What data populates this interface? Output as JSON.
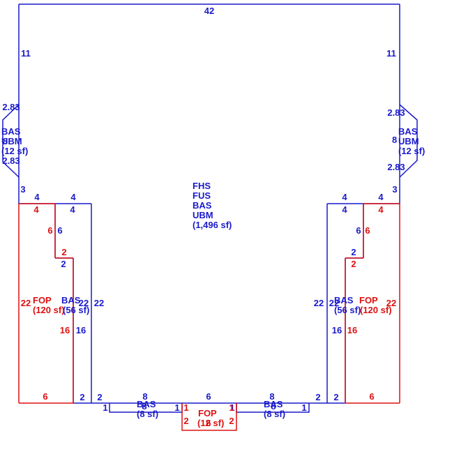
{
  "colors": {
    "main": "#1a1acc",
    "porch": "#dd1111"
  },
  "main_area": {
    "codes": [
      "FHS",
      "FUS",
      "BAS",
      "UBM"
    ],
    "area": "(1,496 sf)",
    "dims": {
      "top": "42",
      "left_upper": "11",
      "right_upper": "11"
    }
  },
  "bay_left": {
    "codes": [
      "BAS",
      "UBM"
    ],
    "area": "(12 sf)",
    "dims": {
      "diag_top": "2.83",
      "diag_bottom": "2.83",
      "bottom": "3",
      "front": "8"
    }
  },
  "bay_right": {
    "codes": [
      "BAS",
      "UBM"
    ],
    "area": "(12 sf)",
    "dims": {
      "diag_top": "2.83",
      "diag_bottom": "2.83",
      "bottom": "3",
      "front": "8"
    }
  },
  "bas_left": {
    "code": "BAS",
    "area": "(56 sf)",
    "dims": {
      "top_a": "4",
      "top_b": "4",
      "a6": "6",
      "a2": "2",
      "a22": "22",
      "b22": "22",
      "a16": "16",
      "a2b": "2",
      "a2c": "2"
    }
  },
  "fop_left": {
    "code": "FOP",
    "area": "(120 sf)",
    "dims": {
      "top": "4",
      "s6": "6",
      "s2": "2",
      "s22": "22",
      "s16": "16",
      "bottom": "6"
    }
  },
  "bas_right": {
    "code": "BAS",
    "area": "(56 sf)",
    "dims": {
      "top_a": "4",
      "top_b": "4",
      "a6": "6",
      "a2": "2",
      "a22": "22",
      "b22": "22",
      "a16": "16",
      "a2b": "2",
      "a2c": "2"
    }
  },
  "fop_right": {
    "code": "FOP",
    "area": "(120 sf)",
    "dims": {
      "top": "4",
      "s6": "6",
      "s2": "2",
      "s22": "22",
      "s16": "16",
      "bottom": "6"
    }
  },
  "bas_small_left": {
    "code": "BAS",
    "area": "(8 sf)",
    "dims": {
      "top": "8",
      "bottom": "8",
      "left": "1",
      "right": "1"
    }
  },
  "bas_small_right": {
    "code": "BAS",
    "area": "(8 sf)",
    "dims": {
      "top": "8",
      "bottom": "8",
      "left": "1",
      "right": "1"
    }
  },
  "fop_small": {
    "code": "FOP",
    "area": "(12 sf)",
    "dims": {
      "top": "6",
      "bottom": "6",
      "left_top": "1",
      "right_top": "1",
      "left": "2",
      "right": "2"
    }
  }
}
